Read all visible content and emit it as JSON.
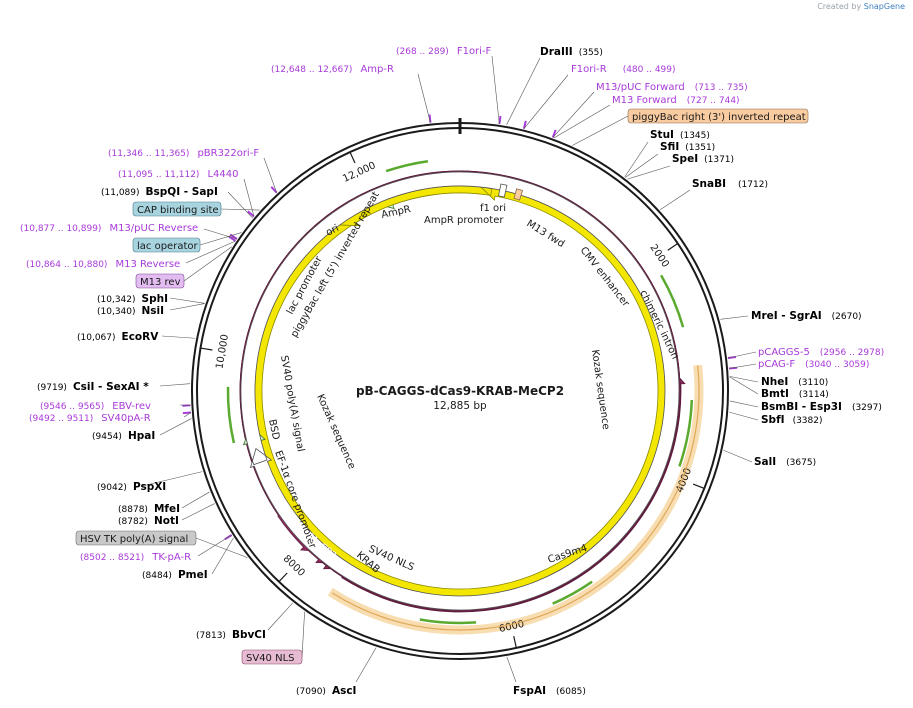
{
  "credit": {
    "prefix": "Created by",
    "brand": "SnapGene"
  },
  "plasmid": {
    "name": "pB-CAGGS-dCas9-KRAB-MeCP2",
    "size": "12,885 bp",
    "length": 12885
  },
  "ticks": [
    {
      "label": "2000",
      "pos": 2000
    },
    {
      "label": "4000",
      "pos": 4000
    },
    {
      "label": "6000",
      "pos": 6000
    },
    {
      "label": "8000",
      "pos": 8000
    },
    {
      "label": "10,000",
      "pos": 10000
    },
    {
      "label": "12,000",
      "pos": 12000
    }
  ],
  "colors": {
    "backbone": "#1a1a1a",
    "enzyme": "#1a1a1a",
    "primer": "#a83ad9",
    "cas9": "#8e2b5e",
    "green_arrow": "#5aaa2f",
    "yellow_feature": "#f3e600",
    "light_green": "#d4f5d4",
    "orange_box": "#f9cba0",
    "blue_box": "#a8d4e0",
    "grey_box": "#c9c9c9",
    "pink_box": "#e7bcd3",
    "violet_box": "#e3bdf2",
    "orf_highlight": "#f7d9a8"
  },
  "enzymes": [
    {
      "name": "DraIII",
      "loc": "(355)"
    },
    {
      "name": "StuI",
      "loc": "(1345)"
    },
    {
      "name": "SfiI",
      "loc": "(1351)"
    },
    {
      "name": "SpeI",
      "loc": "(1371)"
    },
    {
      "name": "SnaBI",
      "loc": "(1712)"
    },
    {
      "name": "MreI  - SgrAI",
      "loc": "(2670)"
    },
    {
      "name": "NheI",
      "loc": "(3110)"
    },
    {
      "name": "BmtI",
      "loc": "(3114)"
    },
    {
      "name": "BsmBI  - Esp3I",
      "loc": "(3297)"
    },
    {
      "name": "SbfI",
      "loc": "(3382)"
    },
    {
      "name": "SalI",
      "loc": "(3675)"
    },
    {
      "name": "FspAI",
      "loc": "(6085)"
    },
    {
      "name": "AscI",
      "loc": "(7090)"
    },
    {
      "name": "BbvCI",
      "loc": "(7813)"
    },
    {
      "name": "PmeI",
      "loc": "(8484)"
    },
    {
      "name": "NotI",
      "loc": "(8782)"
    },
    {
      "name": "MfeI",
      "loc": "(8878)"
    },
    {
      "name": "PspXI",
      "loc": "(9042)"
    },
    {
      "name": "HpaI",
      "loc": "(9454)"
    },
    {
      "name": "CsiI  - SexAI *",
      "loc": "(9719)"
    },
    {
      "name": "EcoRV",
      "loc": "(10,067)"
    },
    {
      "name": "NsiI",
      "loc": "(10,340)"
    },
    {
      "name": "SphI",
      "loc": "(10,342)"
    },
    {
      "name": "BspQI  - SapI",
      "loc": "(11,089)"
    }
  ],
  "primers": [
    {
      "name": "F1ori-F",
      "loc": "(268 .. 289)"
    },
    {
      "name": "Amp-R",
      "loc": "(12,648 .. 12,667)"
    },
    {
      "name": "F1ori-R",
      "loc": "(480 .. 499)"
    },
    {
      "name": "M13/pUC Forward",
      "loc": "(713 .. 735)"
    },
    {
      "name": "M13 Forward",
      "loc": "(727 .. 744)"
    },
    {
      "name": "pCAGGS-5",
      "loc": "(2956 .. 2978)"
    },
    {
      "name": "pCAG-F",
      "loc": "(3040 .. 3059)"
    },
    {
      "name": "EBV-rev",
      "loc": "(9546 .. 9565)"
    },
    {
      "name": "SV40pA-R",
      "loc": "(9492 .. 9511)"
    },
    {
      "name": "TK-pA-R",
      "loc": "(8502 .. 8521)"
    },
    {
      "name": "pBR322ori-F",
      "loc": "(11,346 .. 11,365)"
    },
    {
      "name": "L4440",
      "loc": "(11,095 .. 11,112)"
    },
    {
      "name": "M13/pUC Reverse",
      "loc": "(10,877 .. 10,899)"
    },
    {
      "name": "M13 Reverse",
      "loc": "(10,864 .. 10,880)"
    }
  ],
  "boxed_labels": [
    {
      "name": "piggyBac right (3') inverted repeat"
    },
    {
      "name": "CAP binding site"
    },
    {
      "name": "lac operator"
    },
    {
      "name": "M13 rev"
    },
    {
      "name": "HSV TK poly(A) signal"
    },
    {
      "name": "SV40 NLS"
    }
  ],
  "inner_labels": {
    "f1_ori": "f1 ori",
    "ampr_promoter": "AmpR promoter",
    "m13_fwd": "M13 fwd",
    "ampr": "AmpR",
    "ori": "ori",
    "cmv": "CMV enhancer",
    "pbl": "piggyBac left (5') inverted repeat",
    "lac_promoter": "lac promoter",
    "chimeric_intron": "chimeric intron",
    "kozak1": "Kozak sequence",
    "kozak2": "Kozak sequence",
    "sv40_polya": "SV40 poly(A) signal",
    "bsd": "BSD",
    "ef1a": "EF-1α core promoter",
    "mecp2": "MeCP2",
    "krab": "KRAB",
    "sv40_nls": "SV40 NLS",
    "cas9": "Cas9m4"
  }
}
